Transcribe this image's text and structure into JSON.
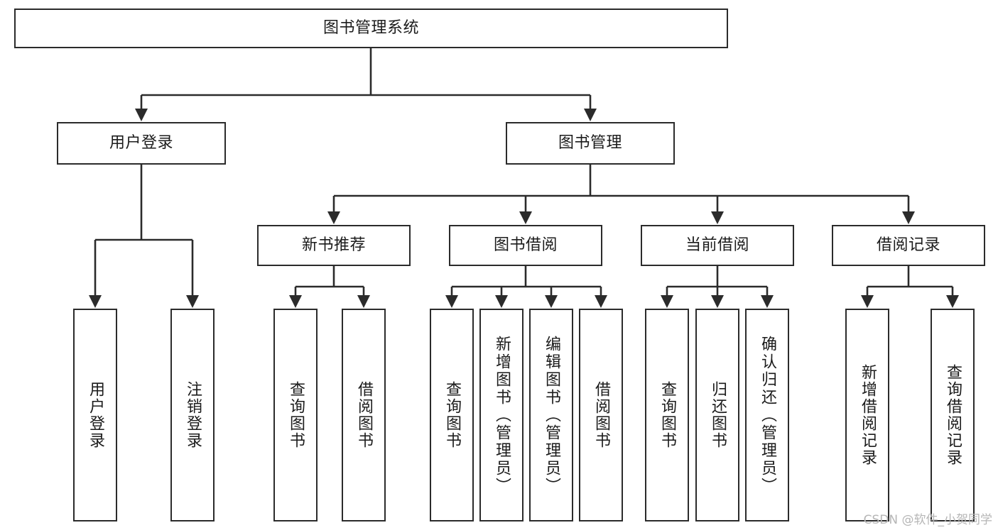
{
  "diagram": {
    "title": "图书管理系统",
    "watermark": "CSDN @软件_小贺同学",
    "accent_color": "#2b2b2b",
    "background_color": "#ffffff",
    "type": "tree-hierarchy-chart",
    "levels": 4,
    "nodes": {
      "root": {
        "label": "图书管理系统"
      },
      "l2": [
        {
          "label": "用户登录"
        },
        {
          "label": "图书管理"
        }
      ],
      "l3": [
        {
          "label": "新书推荐"
        },
        {
          "label": "图书借阅"
        },
        {
          "label": "当前借阅"
        },
        {
          "label": "借阅记录"
        }
      ],
      "leaves": [
        {
          "label": "用户登录",
          "parent": "用户登录"
        },
        {
          "label": "注销登录",
          "parent": "用户登录"
        },
        {
          "label": "查询图书",
          "parent": "新书推荐"
        },
        {
          "label": "借阅图书",
          "parent": "新书推荐"
        },
        {
          "label": "查询图书",
          "parent": "图书借阅"
        },
        {
          "label": "新增图书（管理员）",
          "parent": "图书借阅"
        },
        {
          "label": "编辑图书（管理员）",
          "parent": "图书借阅"
        },
        {
          "label": "借阅图书",
          "parent": "图书借阅"
        },
        {
          "label": "查询图书",
          "parent": "当前借阅"
        },
        {
          "label": "归还图书",
          "parent": "当前借阅"
        },
        {
          "label": "确认归还（管理员）",
          "parent": "当前借阅"
        },
        {
          "label": "新增借阅记录",
          "parent": "借阅记录"
        },
        {
          "label": "查询借阅记录",
          "parent": "借阅记录"
        }
      ]
    }
  }
}
